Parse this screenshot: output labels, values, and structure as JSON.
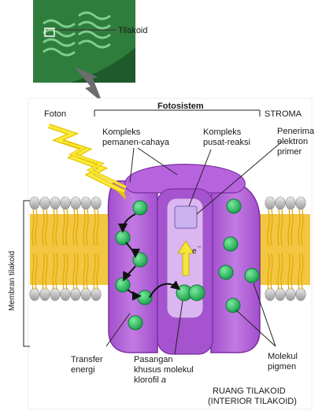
{
  "labels": {
    "tilakoid": "Tilakoid",
    "foton": "Foton",
    "fotosistem": "Fotosistem",
    "stroma": "STROMA",
    "kompleks_pemanen_1": "Kompleks",
    "kompleks_pemanen_2": "pemanen-cahaya",
    "kompleks_pusat_1": "Kompleks",
    "kompleks_pusat_2": "pusat-reaksi",
    "penerima_1": "Penerima",
    "penerima_2": "elektron",
    "penerima_3": "primer",
    "membran": "Membran tilakoid",
    "transfer_1": "Transfer",
    "transfer_2": "energi",
    "pasangan_1": "Pasangan",
    "pasangan_2": "khusus molekul",
    "pasangan_3a": "klorofil ",
    "pasangan_3b": "a",
    "molekul_1": "Molekul",
    "molekul_2": "pigmen",
    "ruang_1": "RUANG TILAKOID",
    "ruang_2": "(INTERIOR TILAKOID)",
    "electron": "e",
    "electron_sup": "–"
  },
  "colors": {
    "membrane_head": "#cfcfcf",
    "membrane_tail": "#f2c640",
    "complex": "#b25ed6",
    "complex_dark": "#8c3db3",
    "reaction_center": "#d9aef0",
    "pigment": "#2fc46a",
    "arrow_yellow": "#f5e63a",
    "photon": "#f5e020",
    "chloroplast": "#2f7d3c",
    "big_arrow": "#6d6d6d"
  }
}
